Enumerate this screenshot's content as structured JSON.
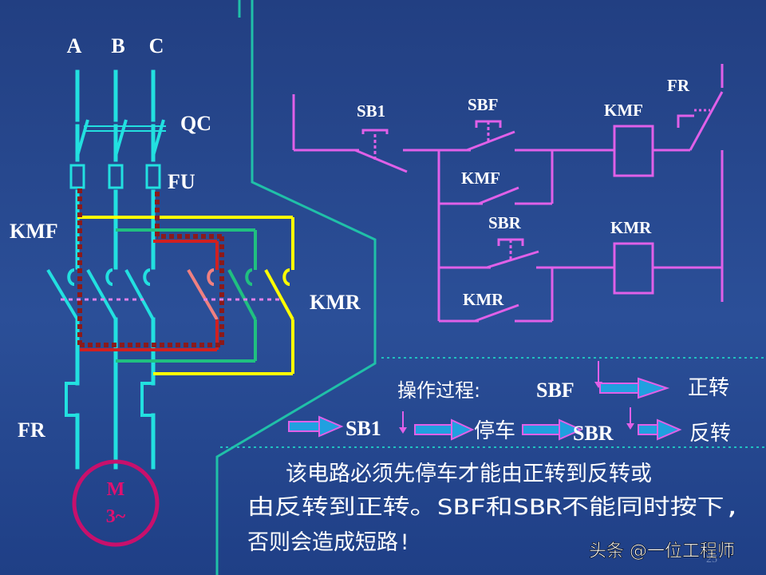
{
  "main_circuit": {
    "phases": [
      "A",
      "B",
      "C"
    ],
    "switch_label": "QC",
    "fuse_label": "FU",
    "contactor_fwd_label": "KMF",
    "contactor_rev_label": "KMR",
    "overload_label": "FR",
    "motor_label_1": "M",
    "motor_label_2": "3~"
  },
  "control_circuit": {
    "stop_button": "SB1",
    "fwd_button": "SBF",
    "fwd_coil": "KMF",
    "fwd_holding_contact": "KMF",
    "overload_contact": "FR",
    "rev_button": "SBR",
    "rev_coil": "KMR",
    "rev_holding_contact": "KMR"
  },
  "sequence": {
    "title": "操作过程:",
    "step1_button": "SBF",
    "step1_result": "正转",
    "step2_button": "SB1",
    "step2_result": "停车",
    "step3_button": "SBR",
    "step3_result": "反转"
  },
  "note": {
    "line1": "该电路必须先停车才能由正转到反转或",
    "line2": "由反转到正转。SBF和SBR不能同时按下,",
    "line3": "否则会造成短路!"
  },
  "watermark": "头条 @一位工程师",
  "page_number": "25",
  "colors": {
    "power_line": "#22e0e0",
    "control_line": "#e060e8",
    "fwd_wiring": "#ffff00",
    "rev_wiring": "#20c080",
    "current_path": "#8b1a1a",
    "motor": "#c8106c",
    "arrow": "#20a0e0"
  }
}
